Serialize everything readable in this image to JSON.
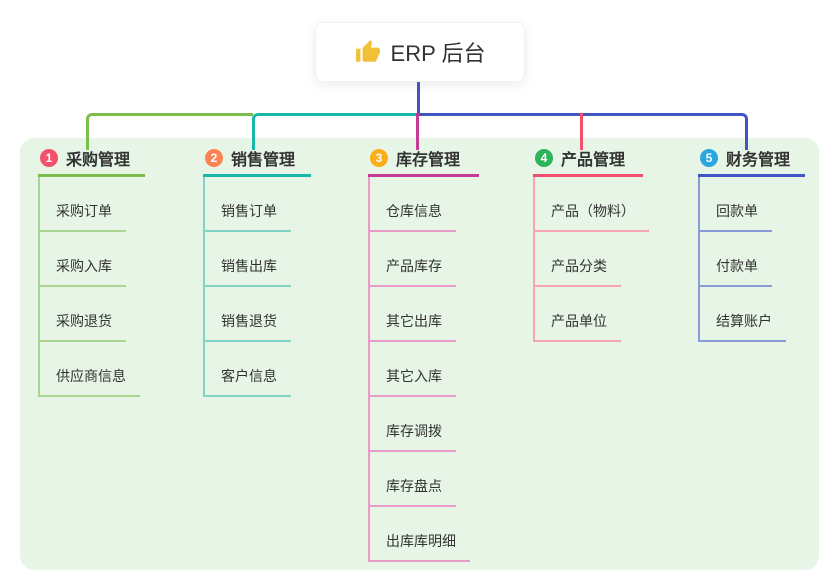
{
  "theme": {
    "panel_bg": "#E6F5E6",
    "root_line": "#4255C4",
    "text_color": "#333333",
    "card_bg": "#FFFFFF",
    "thumb_icon_color": "#F2C037"
  },
  "root": {
    "icon": "thumbs-up-icon",
    "label": "ERP 后台"
  },
  "branches": [
    {
      "number": "1",
      "label": "采购管理",
      "badge_color": "#F4516C",
      "line_color": "#7CBE4B",
      "child_line_color": "#A9D78F",
      "children": [
        "采购订单",
        "采购入库",
        "采购退货",
        "供应商信息"
      ]
    },
    {
      "number": "2",
      "label": "销售管理",
      "badge_color": "#FC8452",
      "line_color": "#16B8A8",
      "child_line_color": "#82D3C6",
      "children": [
        "销售订单",
        "销售出库",
        "销售退货",
        "客户信息"
      ]
    },
    {
      "number": "3",
      "label": "库存管理",
      "badge_color": "#FBAE17",
      "line_color": "#C53A96",
      "child_line_color": "#EC9AC9",
      "children": [
        "仓库信息",
        "产品库存",
        "其它出库",
        "其它入库",
        "库存调拨",
        "库存盘点",
        "出库库明细"
      ]
    },
    {
      "number": "4",
      "label": "产品管理",
      "badge_color": "#2EB55B",
      "line_color": "#F0506E",
      "child_line_color": "#F6A5B2",
      "children": [
        "产品（物料）",
        "产品分类",
        "产品单位"
      ]
    },
    {
      "number": "5",
      "label": "财务管理",
      "badge_color": "#2BA7E0",
      "line_color": "#4255C4",
      "child_line_color": "#8B9BD9",
      "children": [
        "回款单",
        "付款单",
        "结算账户"
      ]
    }
  ]
}
